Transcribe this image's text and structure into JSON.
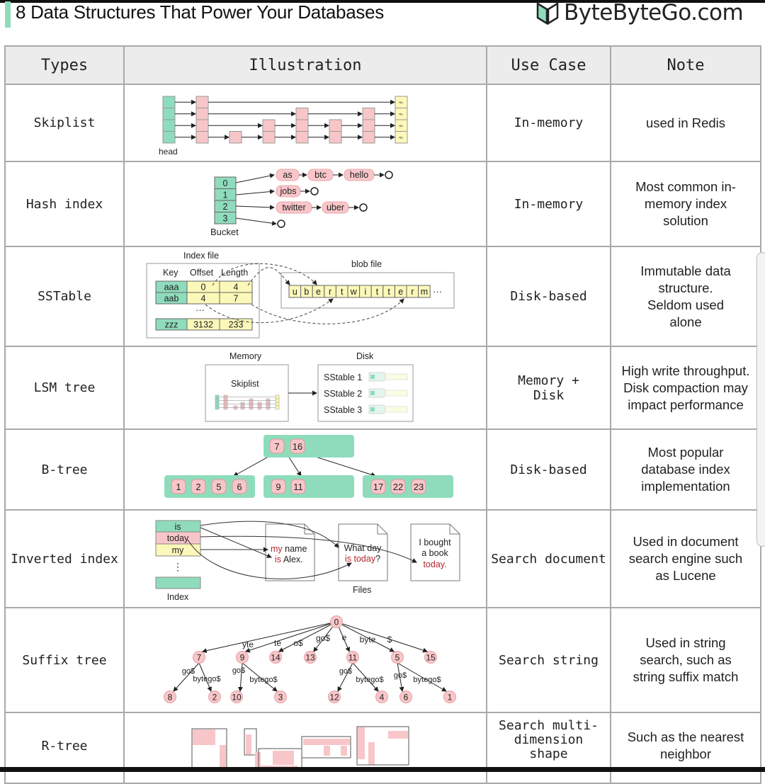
{
  "title": "8 Data Structures That Power Your Databases",
  "brand": "ByteByteGo.com",
  "colors": {
    "accent": "#8fdcbc",
    "green": "#8fdcbc",
    "pink": "#f8c6c9",
    "yellow": "#fbf8b9",
    "red_text": "#b3262e"
  },
  "headers": {
    "types": "Types",
    "illustration": "Illustration",
    "use_case": "Use Case",
    "note": "Note"
  },
  "rows": [
    {
      "type": "Skiplist",
      "use": "In-memory",
      "note": "used in Redis"
    },
    {
      "type": "Hash index",
      "use": "In-memory",
      "note": "Most common in-memory index solution"
    },
    {
      "type": "SSTable",
      "use": "Disk-based",
      "note": "Immutable data structure. Seldom used alone"
    },
    {
      "type": "LSM tree",
      "use": "Memory + Disk",
      "note": "High write throughput. Disk compaction may impact performance"
    },
    {
      "type": "B-tree",
      "use": "Disk-based",
      "note": "Most popular database index implementation"
    },
    {
      "type": "Inverted index",
      "use": "Search document",
      "note": "Used in document search engine such as Lucene"
    },
    {
      "type": "Suffix tree",
      "use": "Search string",
      "note": "Used in string search, such as string suffix match"
    },
    {
      "type": "R-tree",
      "use": "Search multi-dimension shape",
      "note": "Such as the nearest neighbor"
    }
  ],
  "skiplist": {
    "head": "head",
    "nil": "NIL"
  },
  "hash": {
    "buckets": [
      "0",
      "1",
      "2",
      "3"
    ],
    "bucket_label": "Bucket",
    "chain0": [
      "as",
      "btc",
      "hello"
    ],
    "chain1": [
      "jobs"
    ],
    "chain2": [
      "twitter",
      "uber"
    ]
  },
  "sstable": {
    "index_label": "Index file",
    "blob_label": "blob file",
    "cols": [
      "Key",
      "Offset",
      "Length"
    ],
    "r1": [
      "aaa",
      "0",
      "4"
    ],
    "r2": [
      "aab",
      "4",
      "7"
    ],
    "ellipsis": "···",
    "r3": [
      "zzz",
      "3132",
      "233"
    ],
    "blob": [
      "u",
      "b",
      "e",
      "r",
      "t",
      "w",
      "i",
      "t",
      "t",
      "e",
      "r",
      "m"
    ],
    "blob_more": "···"
  },
  "lsm": {
    "memory": "Memory",
    "disk": "Disk",
    "skiplist": "Skiplist",
    "tables": [
      "SStable 1",
      "SStable 2",
      "SStable 3"
    ]
  },
  "btree": {
    "root": [
      "7",
      "16"
    ],
    "c1": [
      "1",
      "2",
      "5",
      "6"
    ],
    "c2": [
      "9",
      "11"
    ],
    "c3": [
      "17",
      "22",
      "23"
    ]
  },
  "inverted": {
    "keys": [
      "is",
      "today",
      "my"
    ],
    "dots": "⋮",
    "index_label": "Index",
    "files_label": "Files",
    "doc1": [
      "my",
      "name",
      "is",
      "Alex."
    ],
    "doc2": [
      "What day",
      "is",
      "today",
      "?"
    ],
    "doc3": [
      "I bought",
      "a book",
      "today."
    ]
  },
  "suffix": {
    "root": "0",
    "mid": [
      "7",
      "9",
      "14",
      "13",
      "11",
      "5",
      "15"
    ],
    "leaves": [
      "8",
      "2",
      "10",
      "3",
      "12",
      "4",
      "6",
      "1"
    ],
    "edges": [
      "yte",
      "te",
      "o$",
      "go$",
      "e",
      "byte",
      "$"
    ],
    "go": "go$",
    "bytego": "bytego$"
  }
}
